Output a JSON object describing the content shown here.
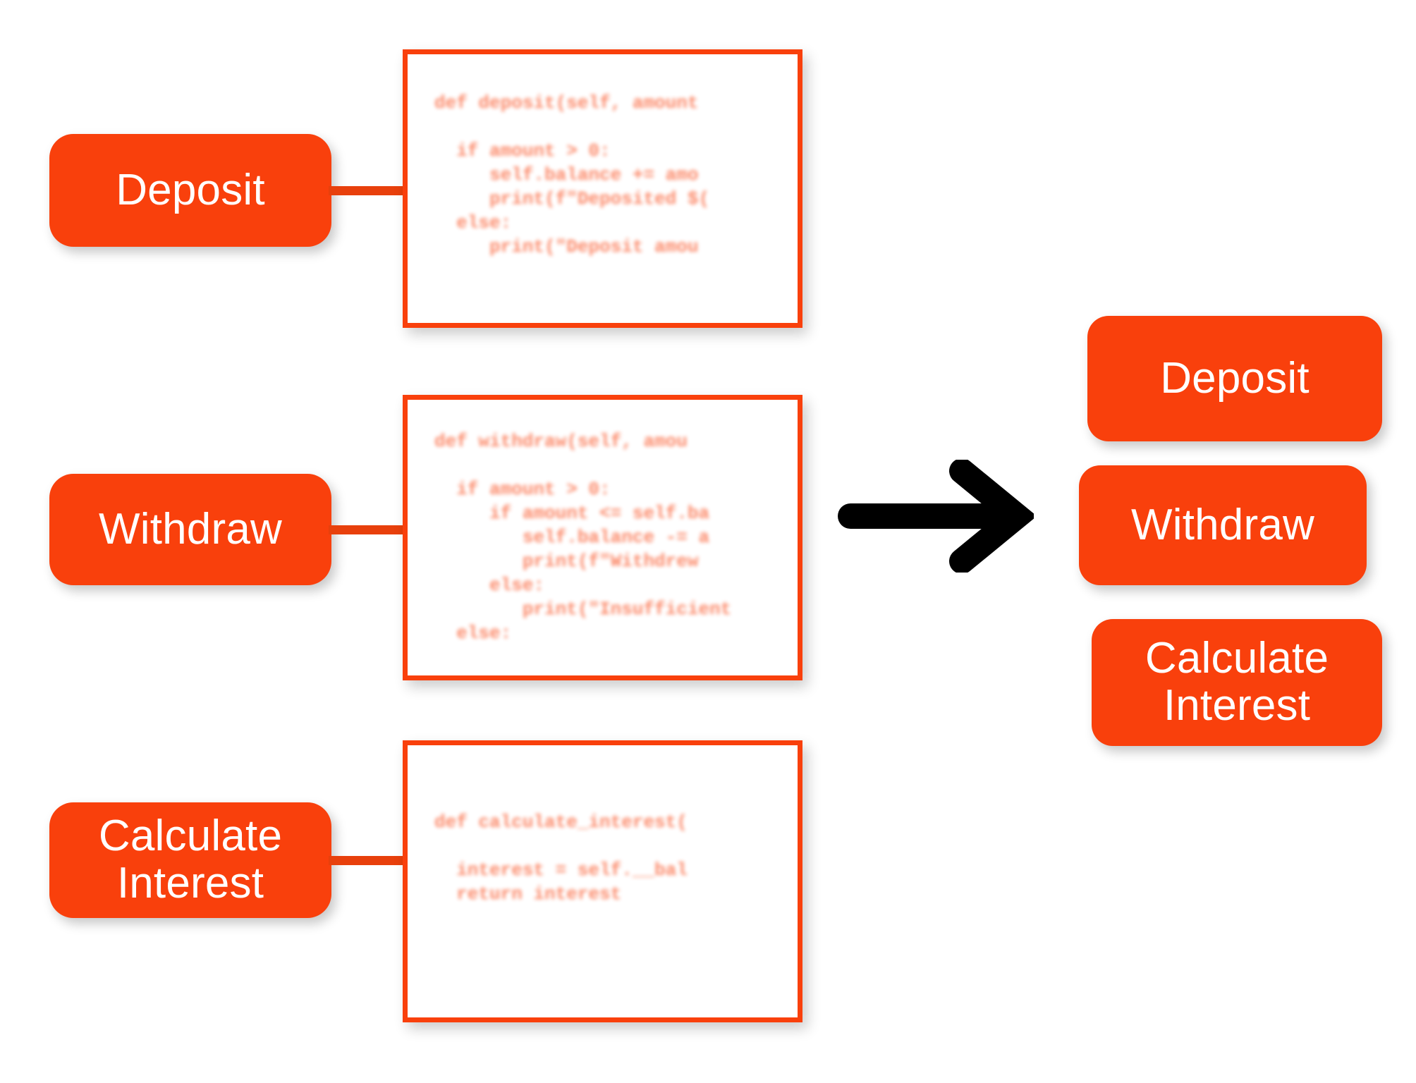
{
  "theme": {
    "accent": "#F9400C",
    "accent_dark": "#E8400C",
    "background": "#FFFFFF",
    "arrow_color": "#000000",
    "pill_text_color": "#FFFFFF"
  },
  "diagram": {
    "type": "refactoring-flow",
    "left_column": {
      "label": "method-pills-before",
      "items": [
        {
          "name": "deposit",
          "label": "Deposit"
        },
        {
          "name": "withdraw",
          "label": "Withdraw"
        },
        {
          "name": "calculate-interest",
          "label": "Calculate\nInterest"
        }
      ]
    },
    "code_boxes": [
      {
        "name": "deposit-code",
        "connected_to": "Deposit",
        "code": "def deposit(self, amount\n\n  if amount > 0:\n     self.balance += amo\n     print(f\"Deposited $(\n  else:\n     print(\"Deposit amou"
      },
      {
        "name": "withdraw-code",
        "connected_to": "Withdraw",
        "code": "def withdraw(self, amou\n\n  if amount > 0:\n     if amount <= self.ba\n        self.balance -= a\n        print(f\"Withdrew \n     else:\n        print(\"Insufficient\n  else:"
      },
      {
        "name": "calculate-interest-code",
        "connected_to": "Calculate Interest",
        "code": "def calculate_interest(\n\n  interest = self.__bal\n  return interest"
      }
    ],
    "arrow": {
      "name": "transformation-arrow",
      "direction": "right"
    },
    "right_column": {
      "label": "method-pills-after",
      "items": [
        {
          "name": "deposit",
          "label": "Deposit"
        },
        {
          "name": "withdraw",
          "label": "Withdraw"
        },
        {
          "name": "calculate-interest",
          "label": "Calculate\nInterest"
        }
      ]
    }
  }
}
